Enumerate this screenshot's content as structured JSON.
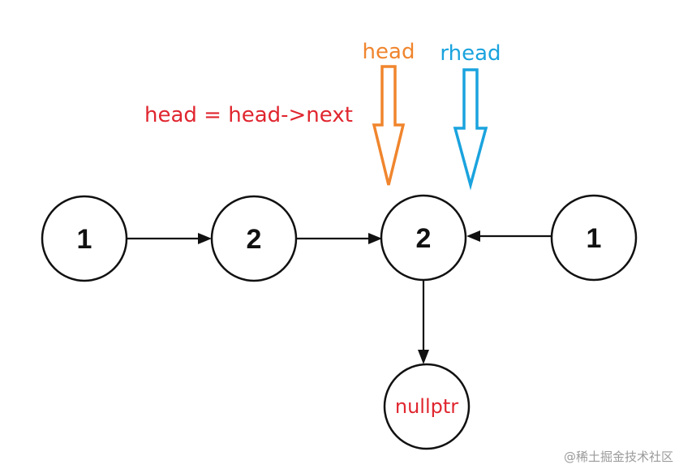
{
  "nodes": [
    {
      "id": "n1",
      "label": "1"
    },
    {
      "id": "n2",
      "label": "2"
    },
    {
      "id": "n3",
      "label": "2"
    },
    {
      "id": "n4",
      "label": "1"
    },
    {
      "id": "null",
      "label": "nullptr"
    }
  ],
  "edges": [
    {
      "from": "n1",
      "to": "n2"
    },
    {
      "from": "n2",
      "to": "n3"
    },
    {
      "from": "n4",
      "to": "n3"
    },
    {
      "from": "n3",
      "to": "null"
    }
  ],
  "annotation": "head = head->next",
  "pointers": {
    "head": {
      "label": "head",
      "color": "#f0852d"
    },
    "rhead": {
      "label": "rhead",
      "color": "#1aa3de"
    }
  },
  "colors": {
    "annotation": "#e0262f",
    "node_stroke": "#111111"
  },
  "watermark": "@稀土掘金技术社区"
}
